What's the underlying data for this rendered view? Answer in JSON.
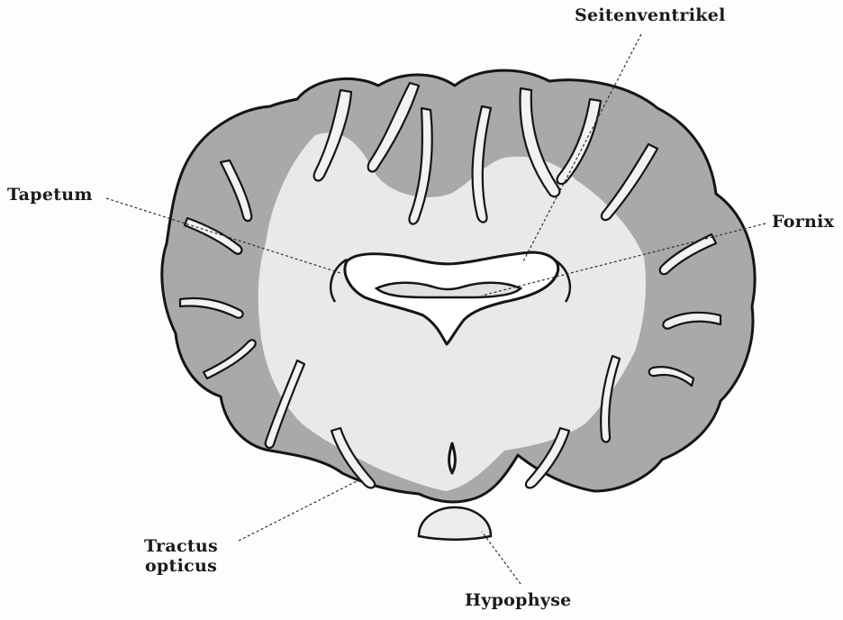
{
  "labels": {
    "seitenventrikel": "Seitenventrikel",
    "tapetum": "Tapetum",
    "fornix": "Fornix",
    "tractus_line1": "Tractus",
    "tractus_line2": "opticus",
    "hypophyse": "Hypophyse"
  },
  "colors": {
    "grey_matter": "#a9a9a9",
    "white_matter": "#e9e9e7",
    "outline": "#151515"
  }
}
